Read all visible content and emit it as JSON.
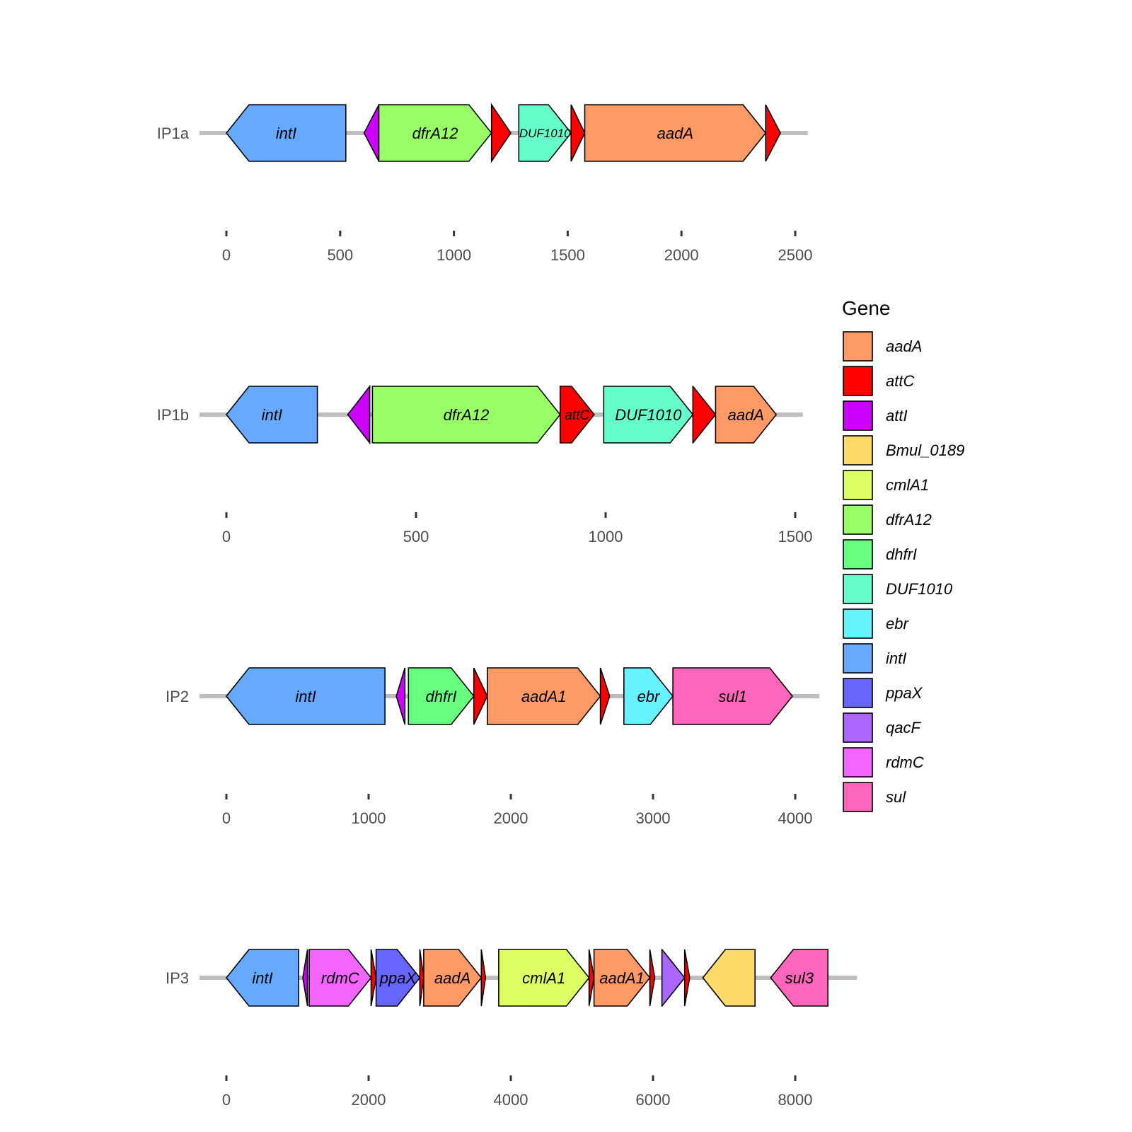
{
  "legend": {
    "title": "Gene",
    "items": [
      {
        "name": "aadA",
        "color": "#FF9966"
      },
      {
        "name": "attC",
        "color": "#FF0000"
      },
      {
        "name": "attI",
        "color": "#CC00FF"
      },
      {
        "name": "Bmul_0189",
        "color": "#FFDA6A"
      },
      {
        "name": "cmlA1",
        "color": "#DDFF66"
      },
      {
        "name": "dfrA12",
        "color": "#99FF66"
      },
      {
        "name": "dhfrI",
        "color": "#66FF7F"
      },
      {
        "name": "DUF1010",
        "color": "#66FFCC"
      },
      {
        "name": "ebr",
        "color": "#66F2FF"
      },
      {
        "name": "intI",
        "color": "#66AAFF"
      },
      {
        "name": "ppaX",
        "color": "#6666FF"
      },
      {
        "name": "qacF",
        "color": "#AA66FF"
      },
      {
        "name": "rdmC",
        "color": "#F266FF"
      },
      {
        "name": "sul",
        "color": "#FF66BB"
      }
    ]
  },
  "tracks": [
    {
      "name": "IP1a",
      "ticks": [
        0,
        500,
        1000,
        1500,
        2000,
        2500
      ],
      "line": [
        0,
        2555
      ],
      "xmax": 2500,
      "genes": [
        {
          "start": 0,
          "end": 525,
          "strand": -1,
          "gene": "intI",
          "label": "intI"
        },
        {
          "start": 605,
          "end": 670,
          "strand": -1,
          "gene": "attI",
          "label": ""
        },
        {
          "start": 670,
          "end": 1165,
          "strand": 1,
          "gene": "dfrA12",
          "label": "dfrA12"
        },
        {
          "start": 1165,
          "end": 1250,
          "strand": 1,
          "gene": "attC",
          "label": ""
        },
        {
          "start": 1285,
          "end": 1515,
          "strand": 1,
          "gene": "DUF1010",
          "label": "DUF1010"
        },
        {
          "start": 1515,
          "end": 1575,
          "strand": 1,
          "gene": "attC",
          "label": ""
        },
        {
          "start": 1575,
          "end": 2370,
          "strand": 1,
          "gene": "aadA",
          "label": "aadA"
        },
        {
          "start": 2370,
          "end": 2435,
          "strand": 1,
          "gene": "attC",
          "label": ""
        }
      ]
    },
    {
      "name": "IP1b",
      "ticks": [
        0,
        500,
        1000,
        1500
      ],
      "line": [
        0,
        1520
      ],
      "xmax": 1500,
      "genes": [
        {
          "start": 0,
          "end": 240,
          "strand": -1,
          "gene": "intI",
          "label": "intI"
        },
        {
          "start": 320,
          "end": 378,
          "strand": -1,
          "gene": "attI",
          "label": ""
        },
        {
          "start": 385,
          "end": 880,
          "strand": 1,
          "gene": "dfrA12",
          "label": "dfrA12"
        },
        {
          "start": 880,
          "end": 970,
          "strand": 1,
          "gene": "attC",
          "label": "attC"
        },
        {
          "start": 995,
          "end": 1230,
          "strand": 1,
          "gene": "DUF1010",
          "label": "DUF1010"
        },
        {
          "start": 1230,
          "end": 1290,
          "strand": 1,
          "gene": "attC",
          "label": ""
        },
        {
          "start": 1290,
          "end": 1450,
          "strand": 1,
          "gene": "aadA",
          "label": "aadA"
        }
      ]
    },
    {
      "name": "IP2",
      "ticks": [
        0,
        1000,
        2000,
        3000,
        4000
      ],
      "line": [
        0,
        4170
      ],
      "xmax": 4000,
      "genes": [
        {
          "start": 0,
          "end": 1115,
          "strand": -1,
          "gene": "intI",
          "label": "intI"
        },
        {
          "start": 1195,
          "end": 1255,
          "strand": -1,
          "gene": "attI",
          "label": ""
        },
        {
          "start": 1280,
          "end": 1740,
          "strand": 1,
          "gene": "dhfrI",
          "label": "dhfrI"
        },
        {
          "start": 1740,
          "end": 1835,
          "strand": 1,
          "gene": "attC",
          "label": ""
        },
        {
          "start": 1835,
          "end": 2630,
          "strand": 1,
          "gene": "aadA",
          "label": "aadA1"
        },
        {
          "start": 2630,
          "end": 2695,
          "strand": 1,
          "gene": "attC",
          "label": ""
        },
        {
          "start": 2795,
          "end": 3140,
          "strand": 1,
          "gene": "ebr",
          "label": "ebr"
        },
        {
          "start": 3140,
          "end": 3980,
          "strand": 1,
          "gene": "sul",
          "label": "sul1"
        }
      ]
    },
    {
      "name": "IP3",
      "ticks": [
        0,
        2000,
        4000,
        6000,
        8000
      ],
      "line": [
        0,
        8870
      ],
      "xmax": 8000,
      "genes": [
        {
          "start": 0,
          "end": 1015,
          "strand": -1,
          "gene": "intI",
          "label": "intI"
        },
        {
          "start": 1075,
          "end": 1140,
          "strand": -1,
          "gene": "attI",
          "label": ""
        },
        {
          "start": 1165,
          "end": 2035,
          "strand": 1,
          "gene": "rdmC",
          "label": "rdmC"
        },
        {
          "start": 2035,
          "end": 2105,
          "strand": 1,
          "gene": "attC",
          "label": ""
        },
        {
          "start": 2105,
          "end": 2720,
          "strand": 1,
          "gene": "ppaX",
          "label": "ppaX"
        },
        {
          "start": 2720,
          "end": 2775,
          "strand": 1,
          "gene": "attC",
          "label": ""
        },
        {
          "start": 2775,
          "end": 3585,
          "strand": 1,
          "gene": "aadA",
          "label": "aadA"
        },
        {
          "start": 3585,
          "end": 3645,
          "strand": 1,
          "gene": "attC",
          "label": ""
        },
        {
          "start": 3830,
          "end": 5100,
          "strand": 1,
          "gene": "cmlA1",
          "label": "cmlA1"
        },
        {
          "start": 5100,
          "end": 5170,
          "strand": 1,
          "gene": "attC",
          "label": ""
        },
        {
          "start": 5170,
          "end": 5955,
          "strand": 1,
          "gene": "aadA",
          "label": "aadA1"
        },
        {
          "start": 5955,
          "end": 6025,
          "strand": 1,
          "gene": "attC",
          "label": ""
        },
        {
          "start": 6125,
          "end": 6445,
          "strand": 1,
          "gene": "qacF",
          "label": ""
        },
        {
          "start": 6445,
          "end": 6515,
          "strand": 1,
          "gene": "attC",
          "label": ""
        },
        {
          "start": 6700,
          "end": 7435,
          "strand": -1,
          "gene": "Bmul_0189",
          "label": ""
        },
        {
          "start": 7655,
          "end": 8460,
          "strand": -1,
          "gene": "sul",
          "label": "sul3"
        }
      ]
    }
  ]
}
